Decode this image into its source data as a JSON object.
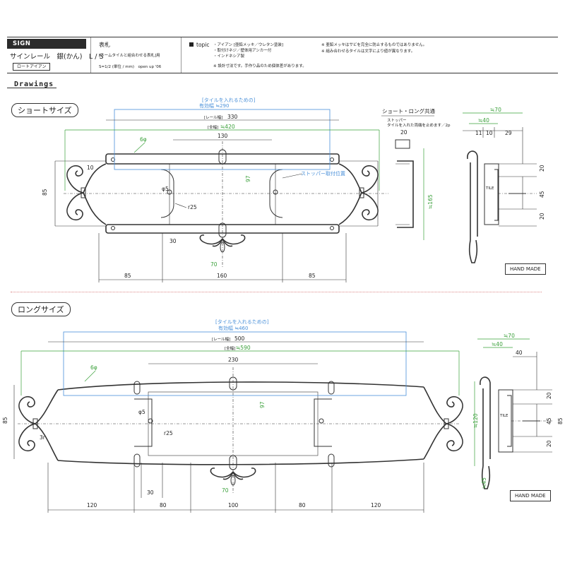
{
  "header": {
    "sign_tag": "SIGN",
    "product_name": "サインレール　銀(かん)　L / S",
    "material": "ロートアイアン",
    "label": "表札",
    "description": "[ネームタイルと組合わせる表札]用",
    "scale": "S=1/2 (単位 / mm)　open up '06",
    "topic_label": "topic",
    "topic_lines": [
      "・アイアン [亜鉛メッキ／ウレタン塗装]",
      "・取付けネジ／壁体用アンカー付",
      "・インドネシア製"
    ],
    "topic_note": "※ 設計寸法です。手作り品のため個体差があります。",
    "notes": [
      "※ 亜鉛メッキはサビを完全に防止するものではありません。",
      "※ 組み合わせるタイルは文字により値が異なります。"
    ]
  },
  "section_title": "Drawings",
  "short": {
    "name": "ショートサイズ",
    "tile_note": "[タイルを入れるための]",
    "effective_width": "有効幅 ≒290",
    "rail_width_label": "[レール幅]",
    "rail_width": "330",
    "overall": "≒420",
    "inner": "130",
    "rod": "6φ",
    "left_dim": "10",
    "height": "85",
    "hole_dia": "φ5",
    "radius": "r25",
    "d30": "30",
    "d97": "97",
    "d70": "70",
    "stopper_pos": "ストッパー取付位置",
    "bottom_dims": [
      "85",
      "160",
      "85"
    ],
    "side_note_title": "ショート・ロング共通",
    "side_note": "ストッパー",
    "side_note2": "タイルを入れた両端を止めます／2p",
    "d20": "20",
    "depth_total": "≒70",
    "depth_40": "≒40",
    "d11": "11",
    "d10": "10",
    "d29": "29",
    "vert_165": "≒165",
    "v20a": "20",
    "v45": "45",
    "v20b": "20",
    "tile_label": "TILE",
    "hand_made": "HAND MADE"
  },
  "long": {
    "name": "ロングサイズ",
    "tile_note": "[タイルを入れるための]",
    "effective_width": "有効幅 ≒460",
    "rail_width_label": "[レール幅]",
    "rail_width": "500",
    "overall": "≒590",
    "inner": "230",
    "rod": "6φ",
    "height": "85",
    "hole_dia": "φ5",
    "radius": "r25",
    "r3": "3r",
    "d30": "30",
    "d97": "97",
    "d70": "70",
    "bottom_dims": [
      "120",
      "80",
      "100",
      "80",
      "120"
    ],
    "depth_total": "≒70",
    "depth_40": "≒40",
    "d40": "40",
    "vert_120": "≒120",
    "vert_45": "≒45",
    "v20a": "20",
    "v45": "45",
    "v20b": "20",
    "v85": "85",
    "tile_label": "TILE",
    "hand_made": "HAND MADE"
  },
  "colors": {
    "dim_green": "#3aa03a",
    "tile_blue": "#4a90d9",
    "ink": "#333333",
    "divider_red": "#dd8888"
  }
}
